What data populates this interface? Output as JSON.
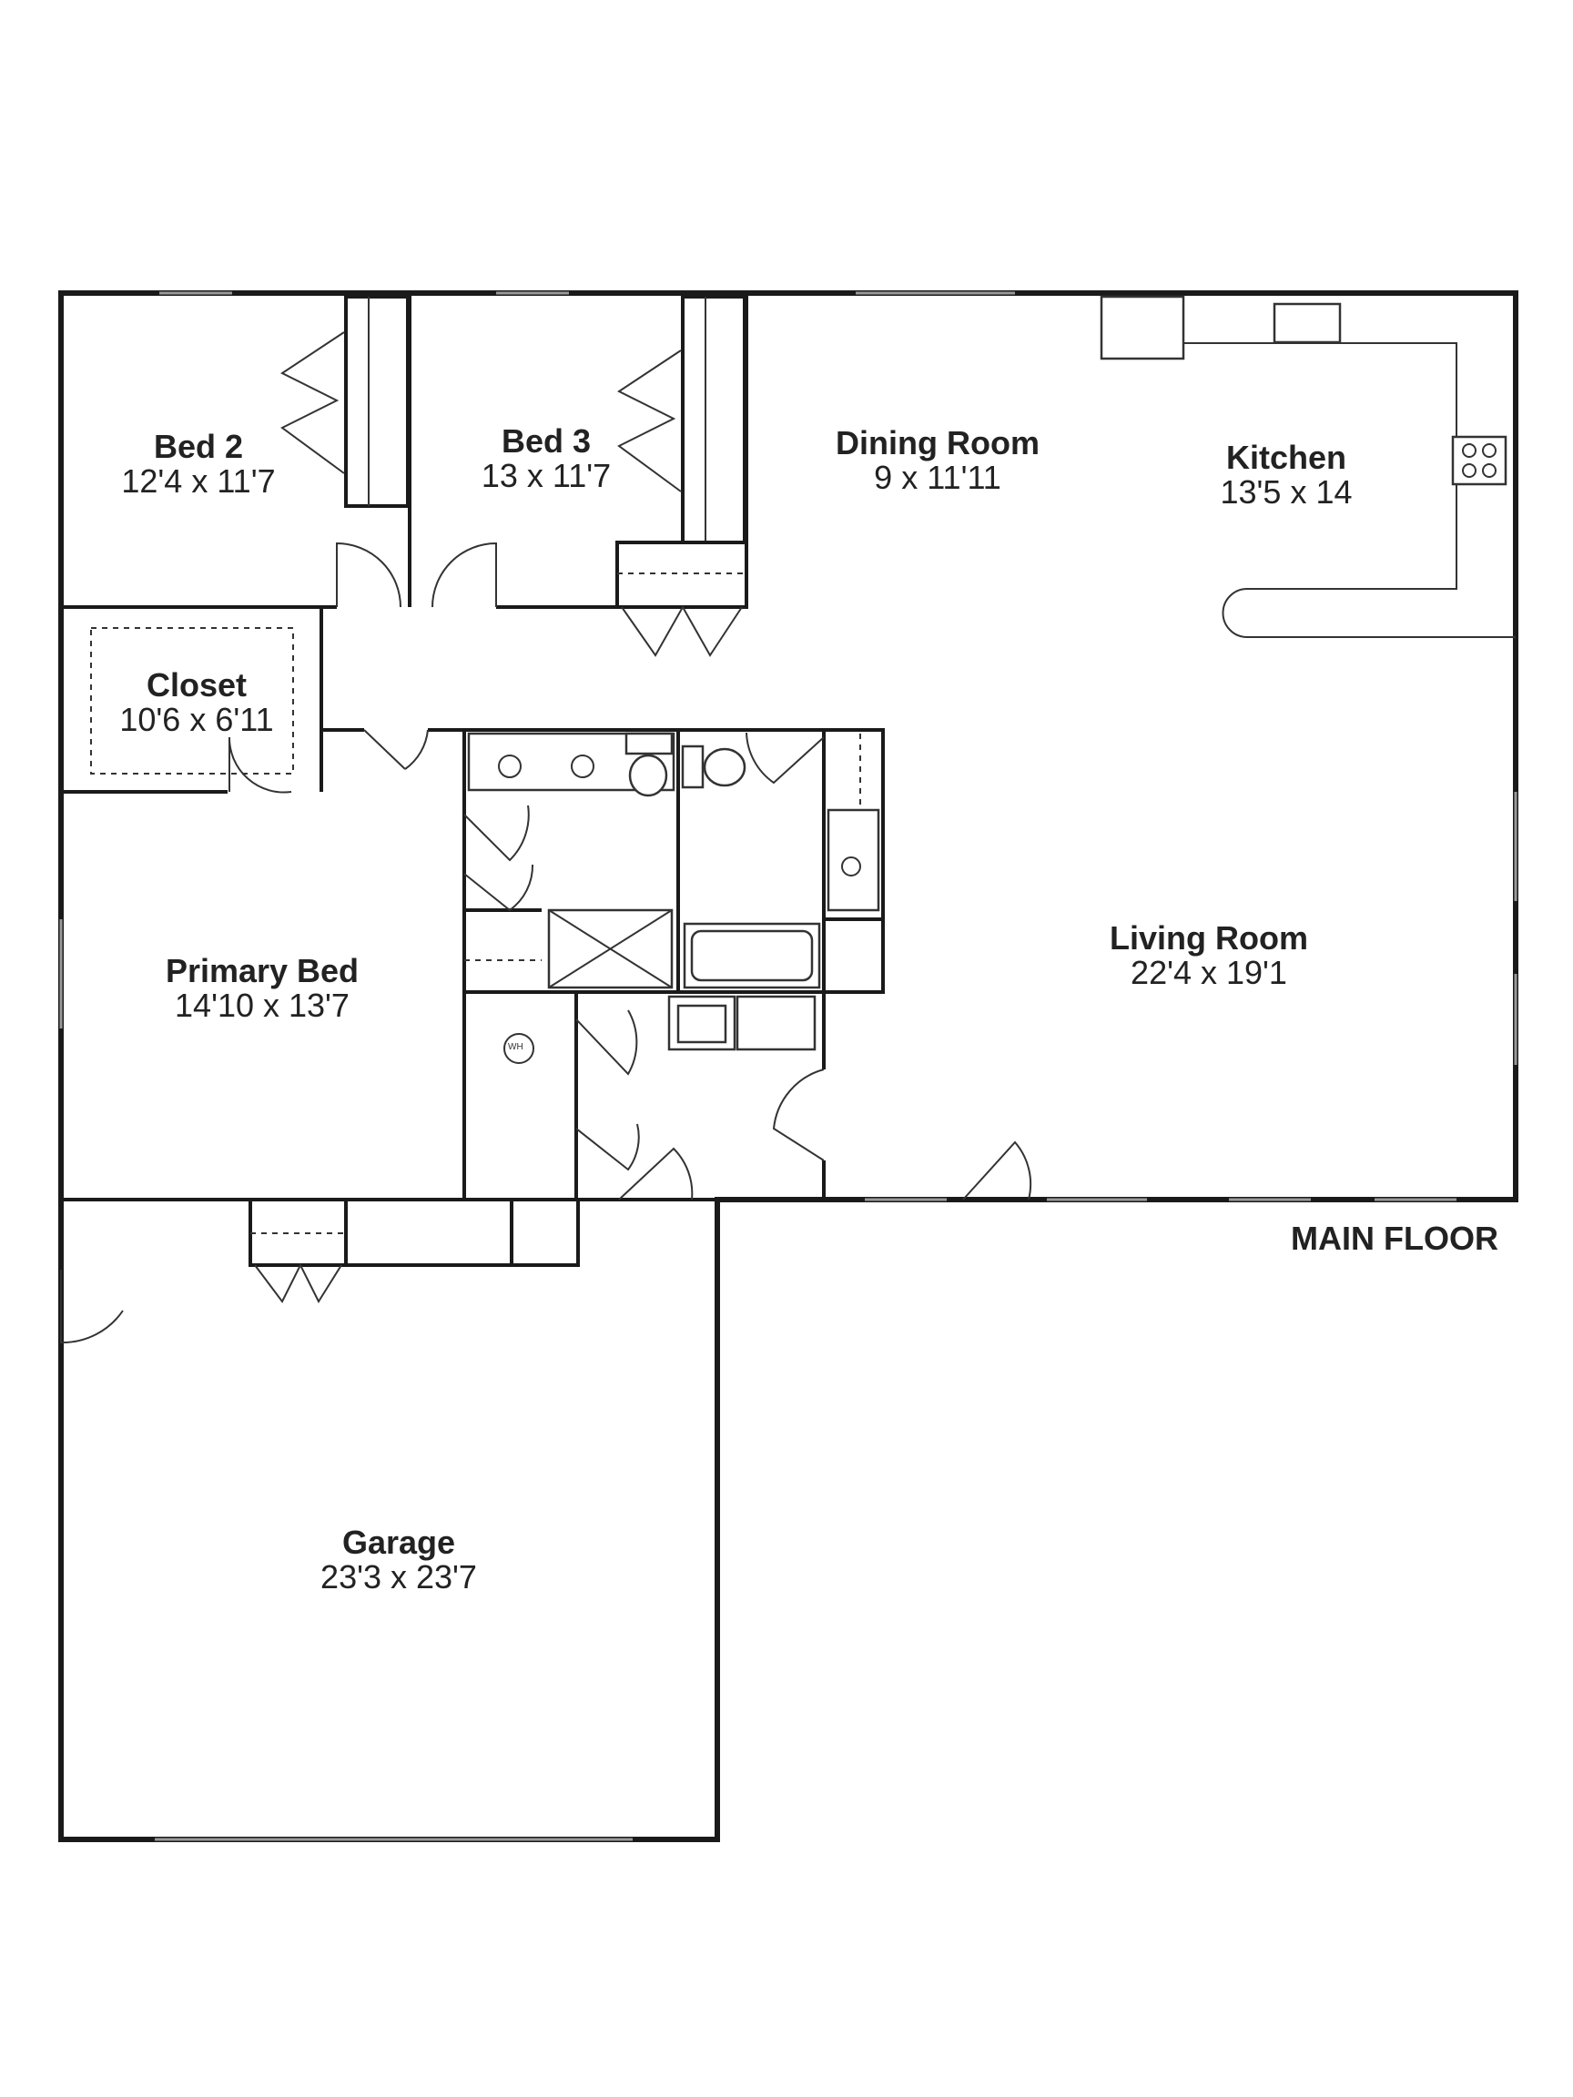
{
  "floor_title": "MAIN FLOOR",
  "rooms": {
    "bed2": {
      "name": "Bed 2",
      "dims": "12'4 x 11'7"
    },
    "bed3": {
      "name": "Bed 3",
      "dims": "13 x 11'7"
    },
    "dining": {
      "name": "Dining Room",
      "dims": "9 x 11'11"
    },
    "kitchen": {
      "name": "Kitchen",
      "dims": "13'5 x 14"
    },
    "closet": {
      "name": "Closet",
      "dims": "10'6 x 6'11"
    },
    "primary": {
      "name": "Primary Bed",
      "dims": "14'10 x 13'7"
    },
    "living": {
      "name": "Living Room",
      "dims": "22'4 x 19'1"
    },
    "garage": {
      "name": "Garage",
      "dims": "23'3 x 23'7"
    }
  },
  "fixtures": {
    "water_heater_label": "WH"
  },
  "colors": {
    "wall": "#1a1a1a",
    "background": "#ffffff"
  }
}
